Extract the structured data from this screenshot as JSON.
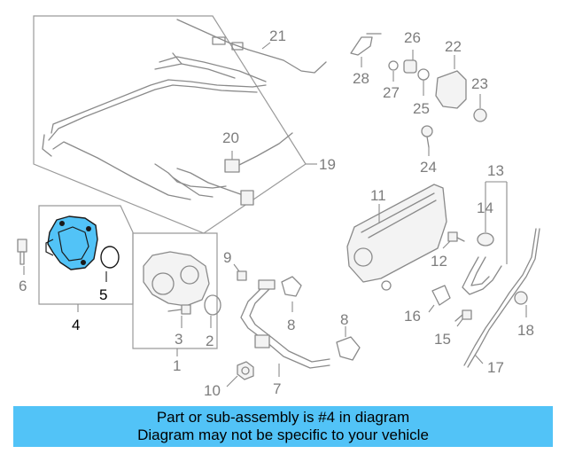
{
  "diagram": {
    "highlight_color": "#52c3f7",
    "callouts": {
      "c1": "1",
      "c2": "2",
      "c3": "3",
      "c4": "4",
      "c5": "5",
      "c6": "6",
      "c7": "7",
      "c8a": "8",
      "c8b": "8",
      "c9": "9",
      "c10": "10",
      "c11": "11",
      "c12": "12",
      "c13": "13",
      "c14": "14",
      "c15": "15",
      "c16": "16",
      "c17": "17",
      "c18": "18",
      "c19": "19",
      "c20": "20",
      "c21": "21",
      "c22": "22",
      "c23": "23",
      "c24": "24",
      "c25": "25",
      "c26": "26",
      "c27": "27",
      "c28": "28"
    }
  },
  "banner": {
    "line1": "Part or sub-assembly is #4 in diagram",
    "line2": "Diagram may not be specific to your vehicle",
    "color": "#52c3f7"
  }
}
